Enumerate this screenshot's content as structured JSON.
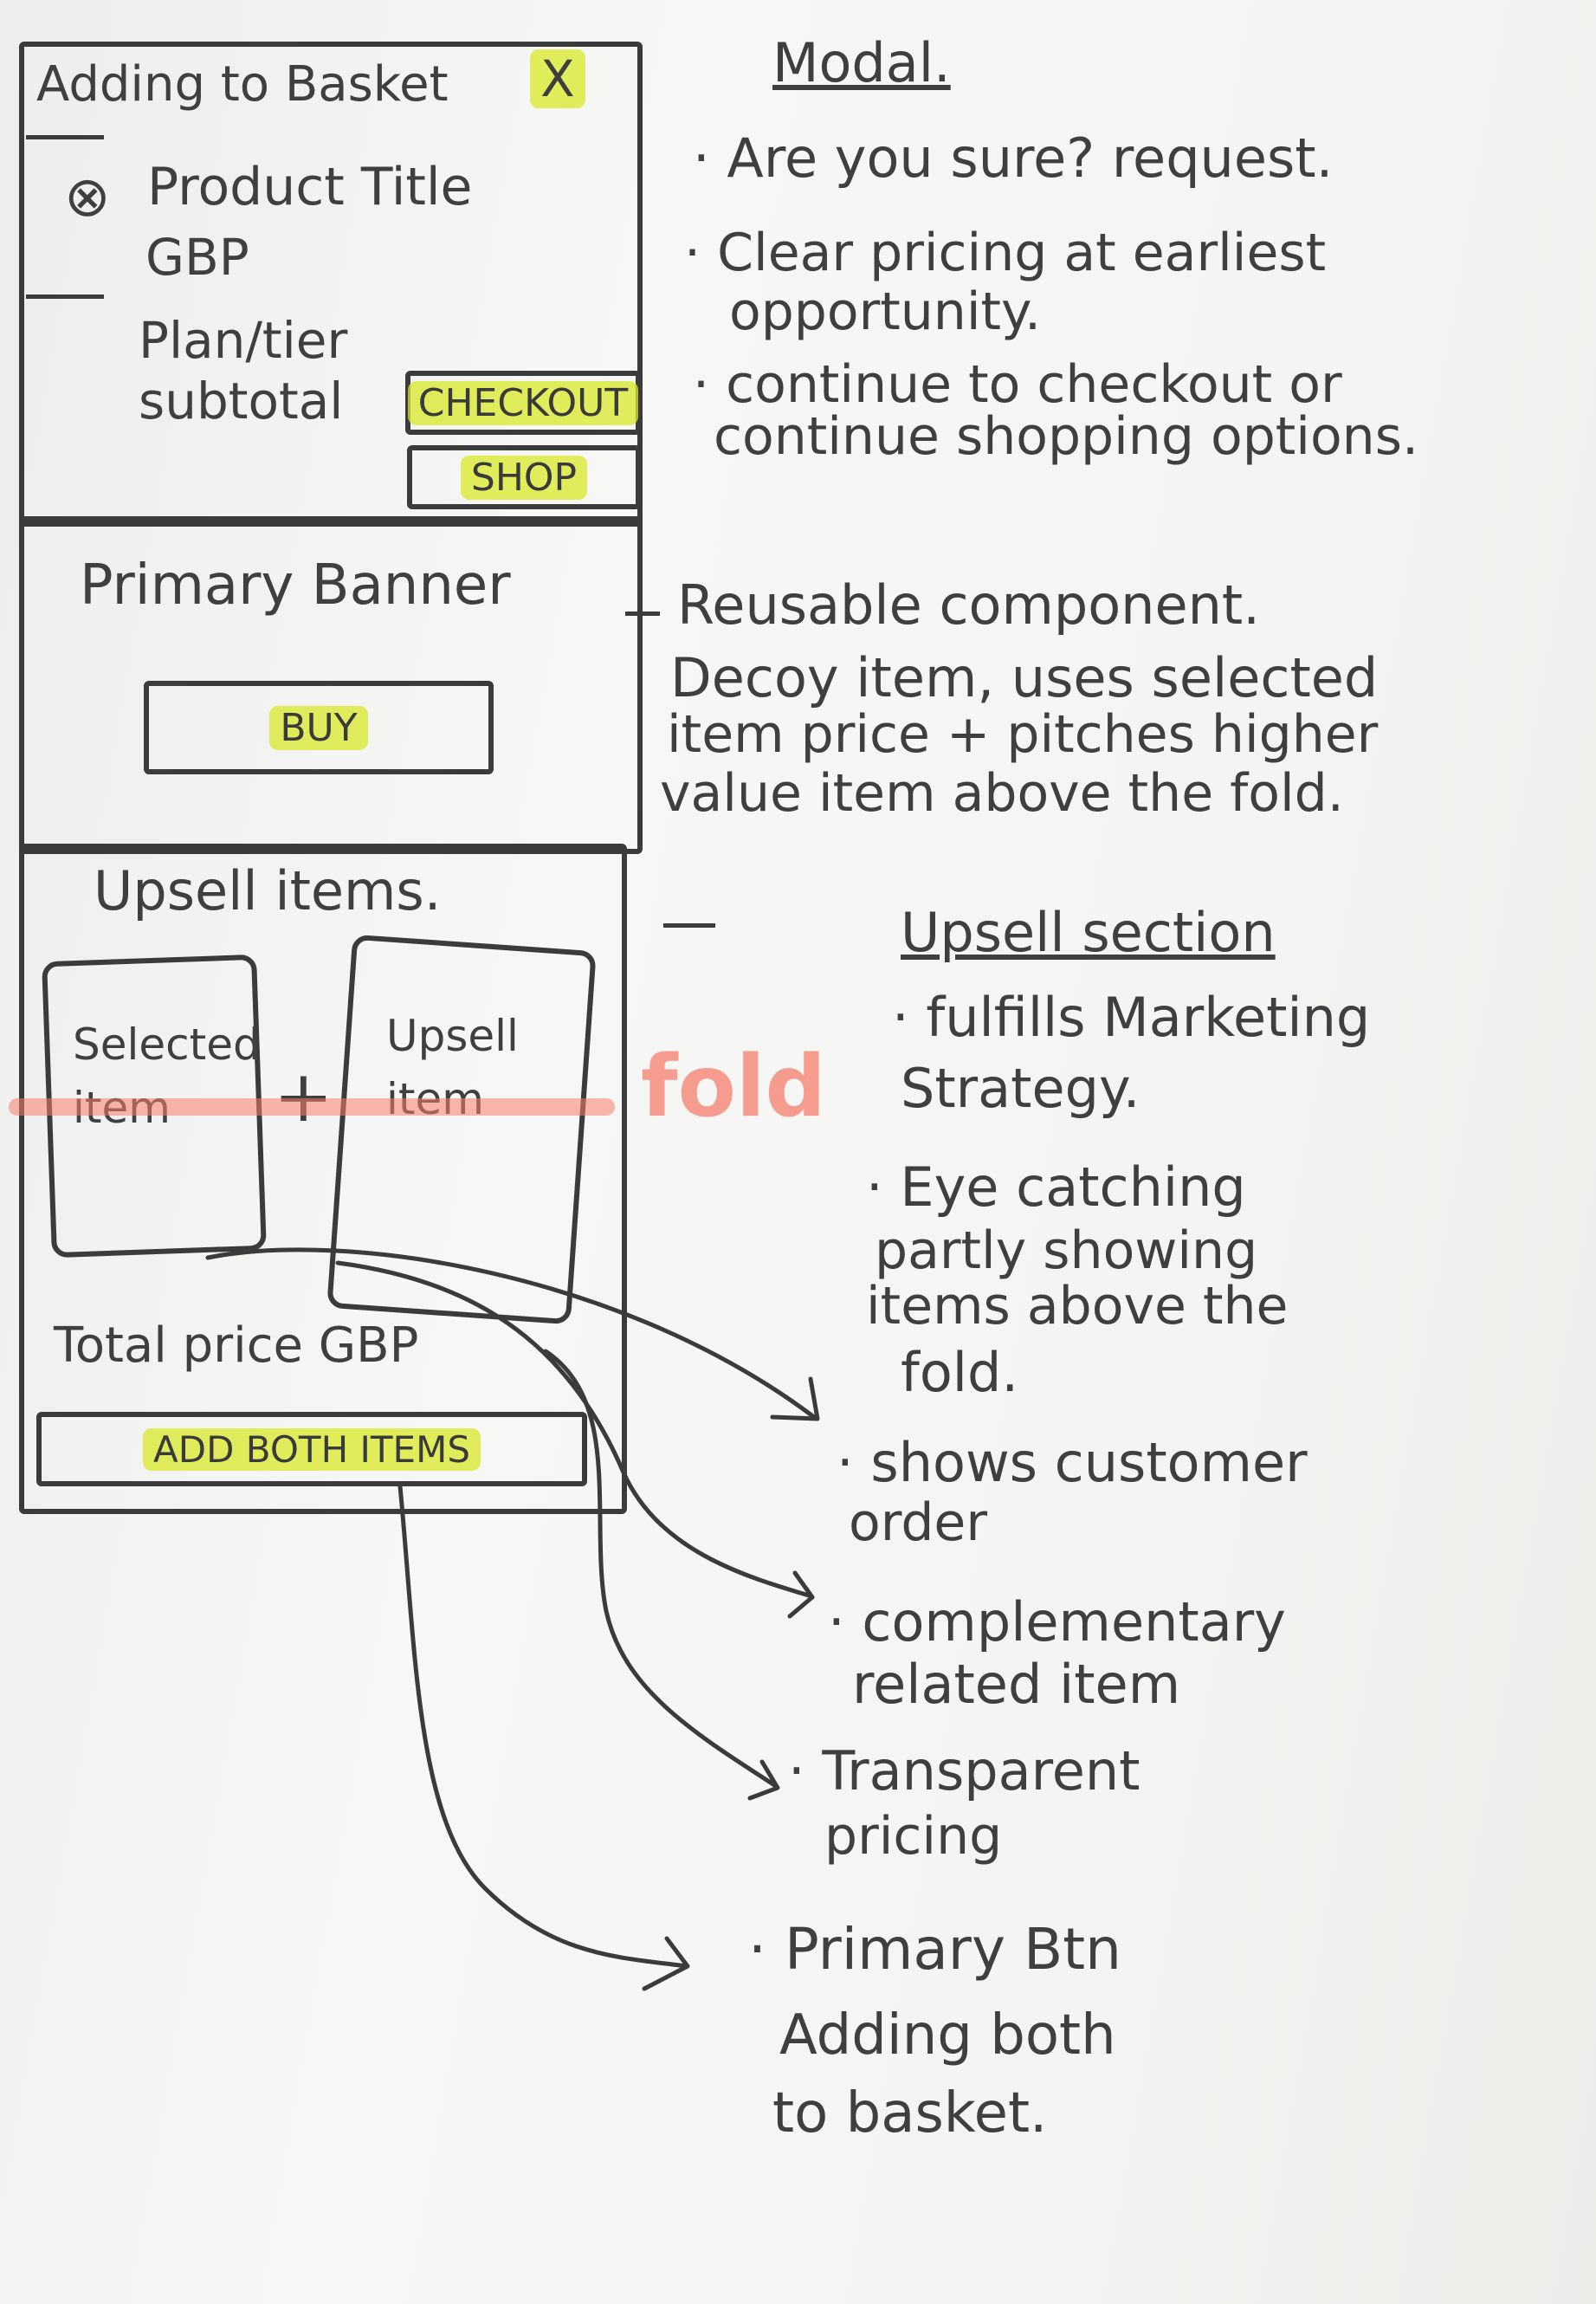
{
  "wireframe": {
    "modal": {
      "title": "Adding to Basket",
      "close": "X",
      "product_title": "Product Title",
      "currency": "GBP",
      "plan_tier": "Plan/tier",
      "subtotal": "subtotal",
      "checkout_label": "CHECKOUT",
      "shop_label": "SHOP"
    },
    "banner": {
      "title": "Primary Banner",
      "buy_label": "BUY"
    },
    "upsell": {
      "title": "Upsell items.",
      "selected_item": "Selected item",
      "plus": "+",
      "upsell_item": "Upsell item",
      "fold": "fold",
      "total": "Total price GBP",
      "add_both_label": "ADD BOTH ITEMS"
    }
  },
  "notes": {
    "modal_heading": "Modal.",
    "modal_points": [
      "· Are you sure? request.",
      "· Clear pricing at earliest",
      "opportunity.",
      "· continue to checkout or",
      "continue shopping options."
    ],
    "banner_lines": [
      "Reusable component.",
      "Decoy item, uses selected",
      "item price + pitches higher",
      "value item above the fold."
    ],
    "upsell_heading": "Upsell section",
    "upsell_points": [
      "· fulfills Marketing",
      "Strategy.",
      "· Eye catching",
      "partly showing",
      "items above the",
      "fold."
    ],
    "shows_order": [
      "· shows customer",
      "order"
    ],
    "complementary": [
      "· complementary",
      "related item"
    ],
    "transparent": [
      "· Transparent",
      "pricing"
    ],
    "primary_btn": [
      "· Primary Btn",
      "Adding both",
      "to basket."
    ]
  },
  "colors": {
    "highlight_yellow": "#dae828",
    "fold_red": "#f57d6e",
    "ink": "#3b3b3b"
  }
}
